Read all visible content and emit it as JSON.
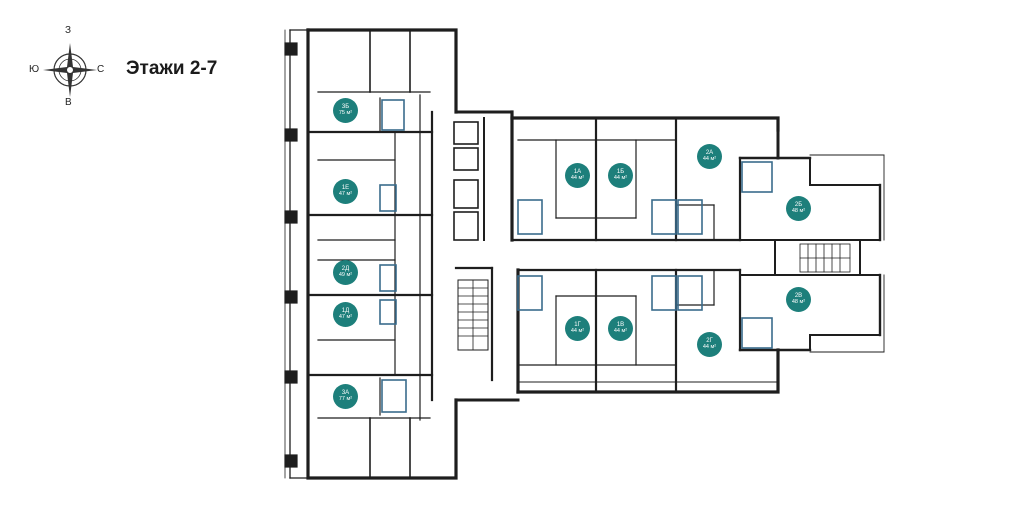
{
  "title": "Этажи 2-7",
  "compass": {
    "north": "З",
    "south": "В",
    "west": "Ю",
    "east": "С",
    "icon": "compass-rose-icon"
  },
  "colors": {
    "accent": "#1d7f7b",
    "wall": "#1e1e1e",
    "bath": "#3a6c8c"
  },
  "apartments": [
    {
      "name": "3Б",
      "area": "75 м²"
    },
    {
      "name": "1Е",
      "area": "47 м²"
    },
    {
      "name": "2Д",
      "area": "49 м²"
    },
    {
      "name": "1Д",
      "area": "47 м²"
    },
    {
      "name": "3А",
      "area": "77 м²"
    },
    {
      "name": "1А",
      "area": "44 м²"
    },
    {
      "name": "1Б",
      "area": "44 м²"
    },
    {
      "name": "2А",
      "area": "44 м²"
    },
    {
      "name": "2Б",
      "area": "48 м²"
    },
    {
      "name": "1Г",
      "area": "44 м²"
    },
    {
      "name": "1В",
      "area": "44 м²"
    },
    {
      "name": "2Г",
      "area": "44 м²"
    },
    {
      "name": "2В",
      "area": "48 м²"
    }
  ]
}
